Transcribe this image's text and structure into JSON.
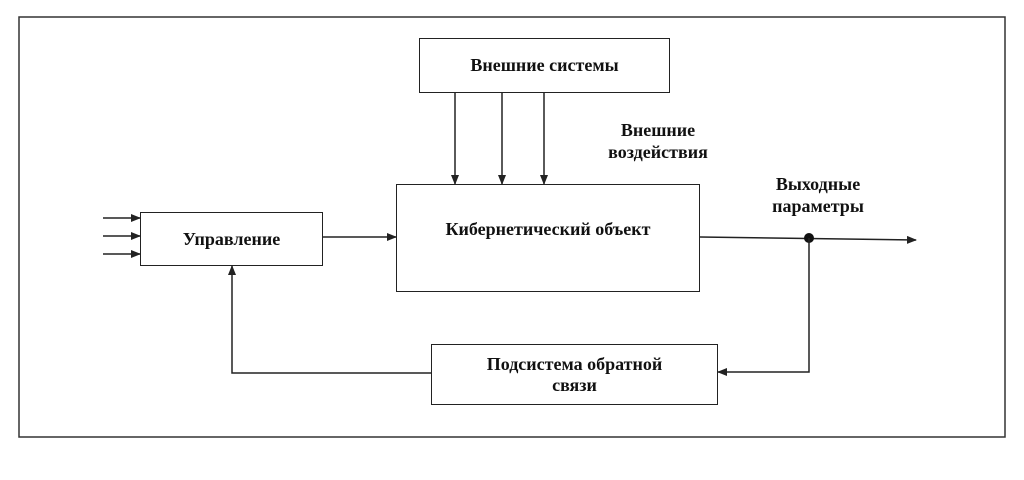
{
  "diagram": {
    "external_systems": "Внешние системы",
    "external_influences_line1": "Внешние",
    "external_influences_line2": "воздействия",
    "control": "Управление",
    "cyber_object": "Кибернетический объект",
    "output_params_line1": "Выходные",
    "output_params_line2": "параметры",
    "feedback_line1": "Подсистема обратной",
    "feedback_line2": "связи"
  },
  "colors": {
    "stroke": "#222222",
    "background": "#ffffff"
  }
}
